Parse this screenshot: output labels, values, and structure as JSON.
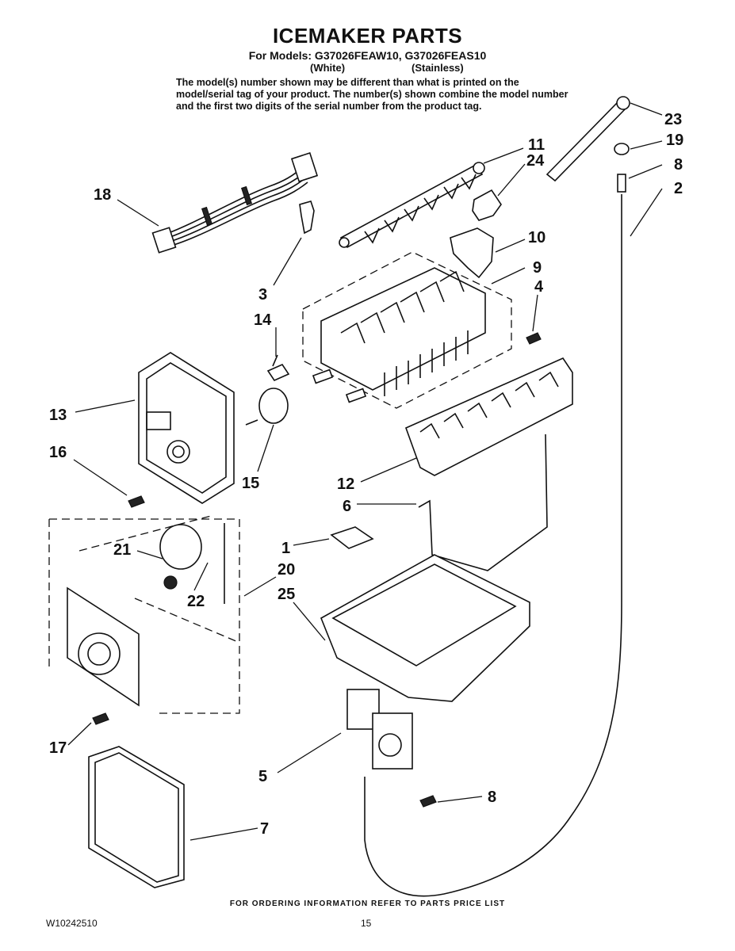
{
  "header": {
    "title": "ICEMAKER PARTS",
    "models_line": "For Models: G37026FEAW10, G37026FEAS10",
    "variant_white": "(White)",
    "variant_stainless": "(Stainless)",
    "disclaimer": "The model(s) number shown may be different than what is printed on the model/serial tag of your product. The number(s) shown combine the model number and the first two digits of the serial number from the product tag."
  },
  "callouts": {
    "c1": "1",
    "c2": "2",
    "c3": "3",
    "c4": "4",
    "c5": "5",
    "c6": "6",
    "c7": "7",
    "c8a": "8",
    "c8b": "8",
    "c9": "9",
    "c10": "10",
    "c11": "11",
    "c12": "12",
    "c13": "13",
    "c14": "14",
    "c15": "15",
    "c16": "16",
    "c17": "17",
    "c18": "18",
    "c19": "19",
    "c20": "20",
    "c21": "21",
    "c22": "22",
    "c23": "23",
    "c24": "24",
    "c25": "25"
  },
  "footer": {
    "ordering_note": "FOR ORDERING INFORMATION REFER TO PARTS PRICE LIST",
    "doc_id": "W10242510",
    "page_number": "15"
  }
}
